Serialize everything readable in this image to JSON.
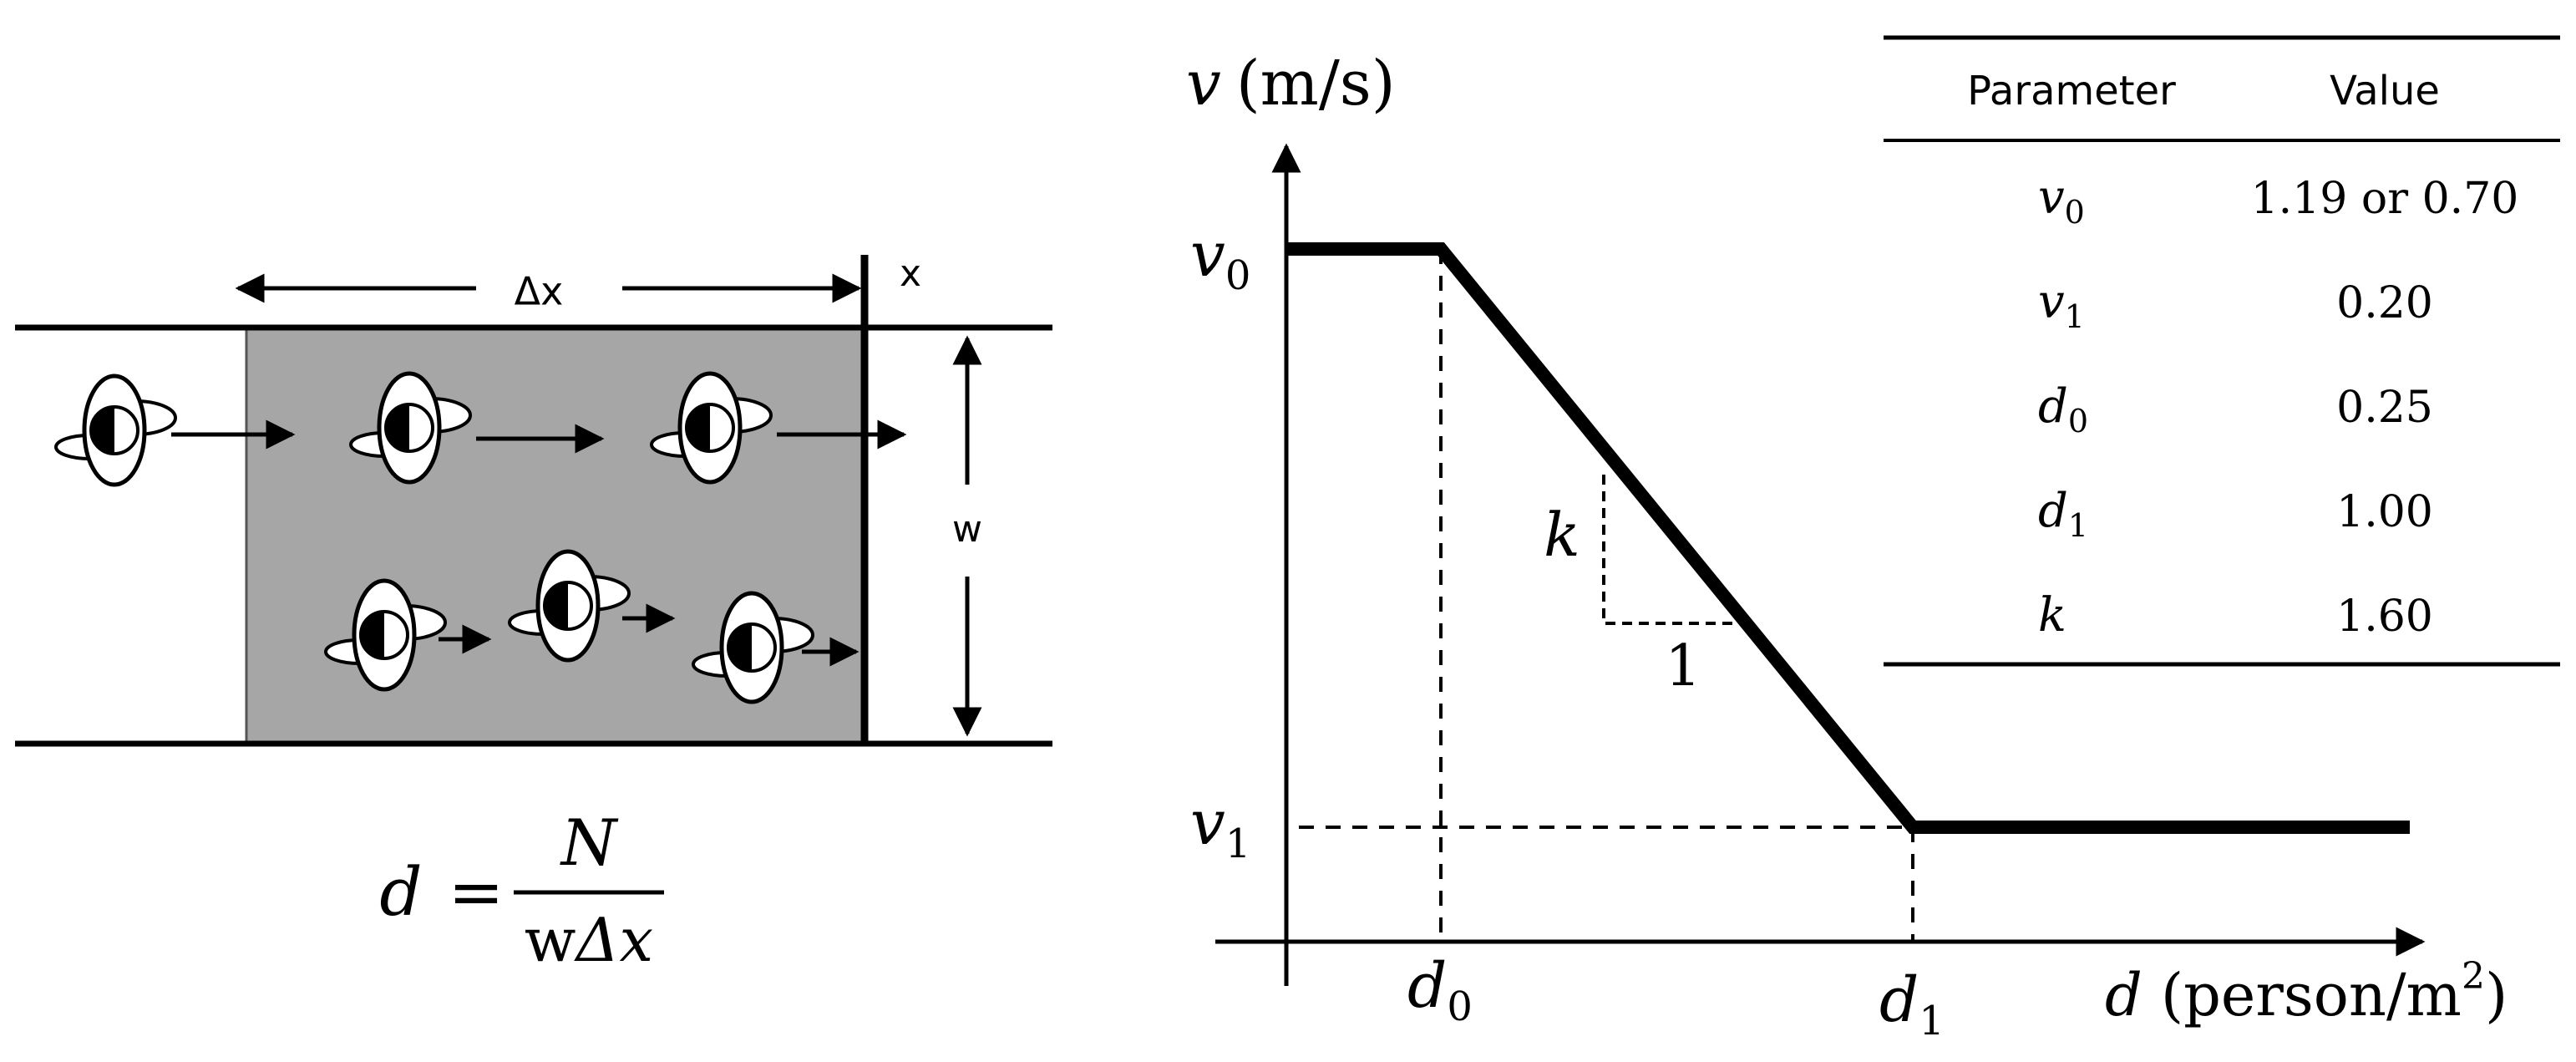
{
  "corridor": {
    "dx_label": "Δx",
    "x_label": "x",
    "w_label": "w"
  },
  "formula": {
    "lhs": "d",
    "equals": "=",
    "numerator": "N",
    "denominator_w": "w",
    "denominator_dx": "Δx"
  },
  "graph": {
    "y_label_var": "v",
    "y_label_unit": "(m/s)",
    "x_label_var": "d",
    "x_label_unit": "(person/m",
    "x_label_sup": "2",
    "x_label_close": ")",
    "v0_label": "v",
    "v0_sub": "0",
    "v1_label": "v",
    "v1_sub": "1",
    "d0_label": "d",
    "d0_sub": "0",
    "d1_label": "d",
    "d1_sub": "1",
    "slope_k_label": "k",
    "slope_run_label": "1"
  },
  "table": {
    "headers": [
      "Parameter",
      "Value"
    ],
    "rows": [
      {
        "param": "v",
        "sub": "0",
        "value": "1.19 or 0.70"
      },
      {
        "param": "v",
        "sub": "1",
        "value": "0.20"
      },
      {
        "param": "d",
        "sub": "0",
        "value": "0.25"
      },
      {
        "param": "d",
        "sub": "1",
        "value": "1.00"
      },
      {
        "param": "k",
        "sub": "",
        "value": "1.60"
      }
    ]
  },
  "colors": {
    "ink": "#000000",
    "shade": "#a6a6a6",
    "paper": "#ffffff"
  }
}
